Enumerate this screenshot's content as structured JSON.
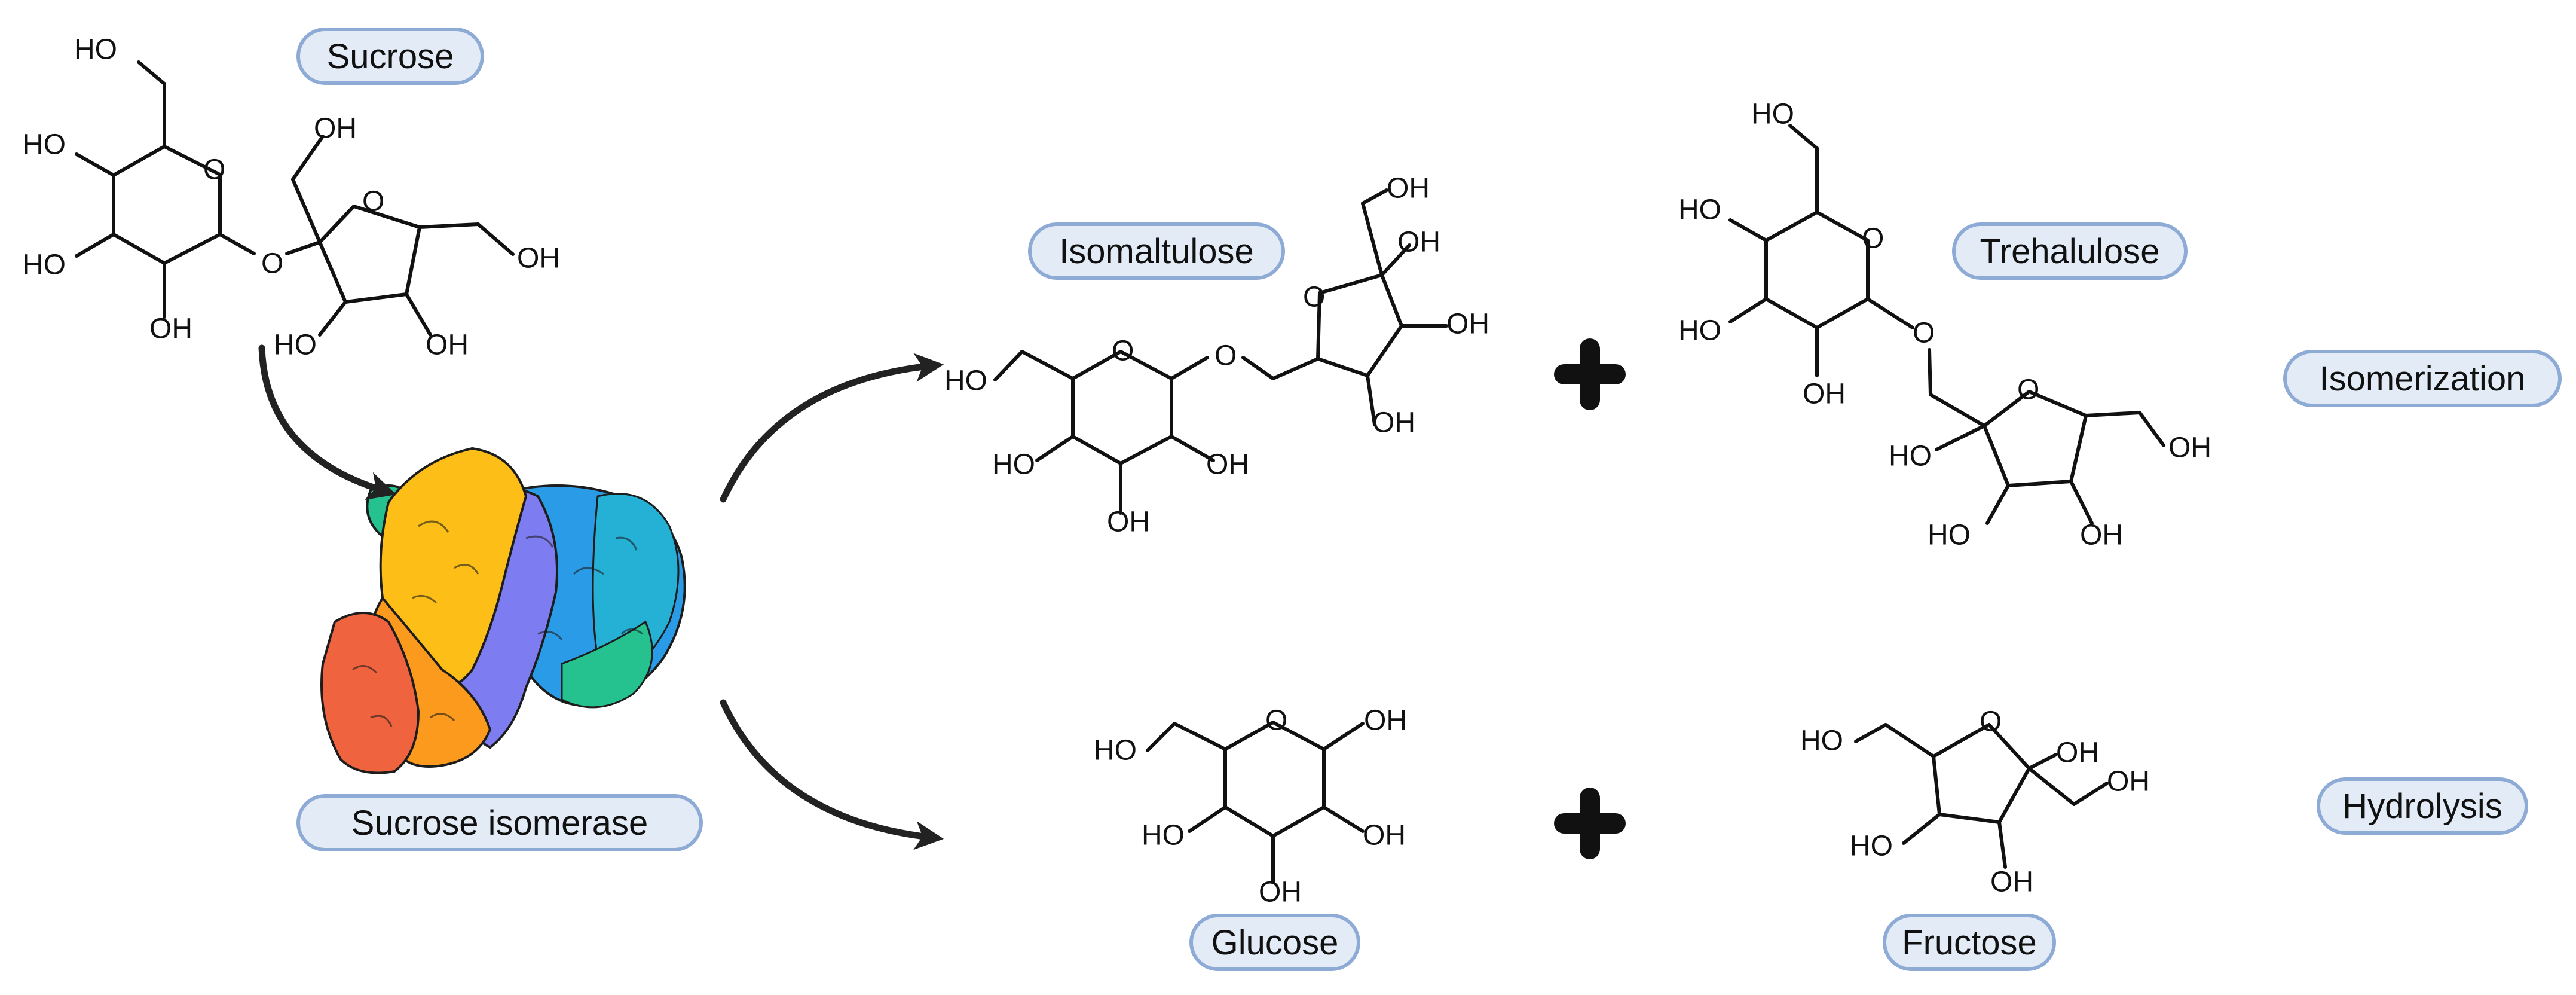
{
  "labels": {
    "sucrose": "Sucrose",
    "enzyme": "Sucrose isomerase",
    "isomaltulose": "Isomaltulose",
    "trehalulose": "Trehalulose",
    "isomerization": "Isomerization",
    "glucose": "Glucose",
    "fructose": "Fructose",
    "hydrolysis": "Hydrolysis"
  },
  "atom_text": {
    "hydroxyl": "OH",
    "hydroxyl_left": "HO",
    "ring_oxygen": "O"
  },
  "operator": "plus",
  "colors": {
    "pill_fill": "#e3ebf7",
    "pill_border": "#8eabd6",
    "protein_red": "#f0633f",
    "protein_orange": "#fb9a1d",
    "protein_yellow": "#fcbe17",
    "protein_violet": "#7d7cf0",
    "protein_blue": "#2a9be6",
    "protein_cyan": "#25b0d6",
    "protein_green": "#25c28f"
  }
}
